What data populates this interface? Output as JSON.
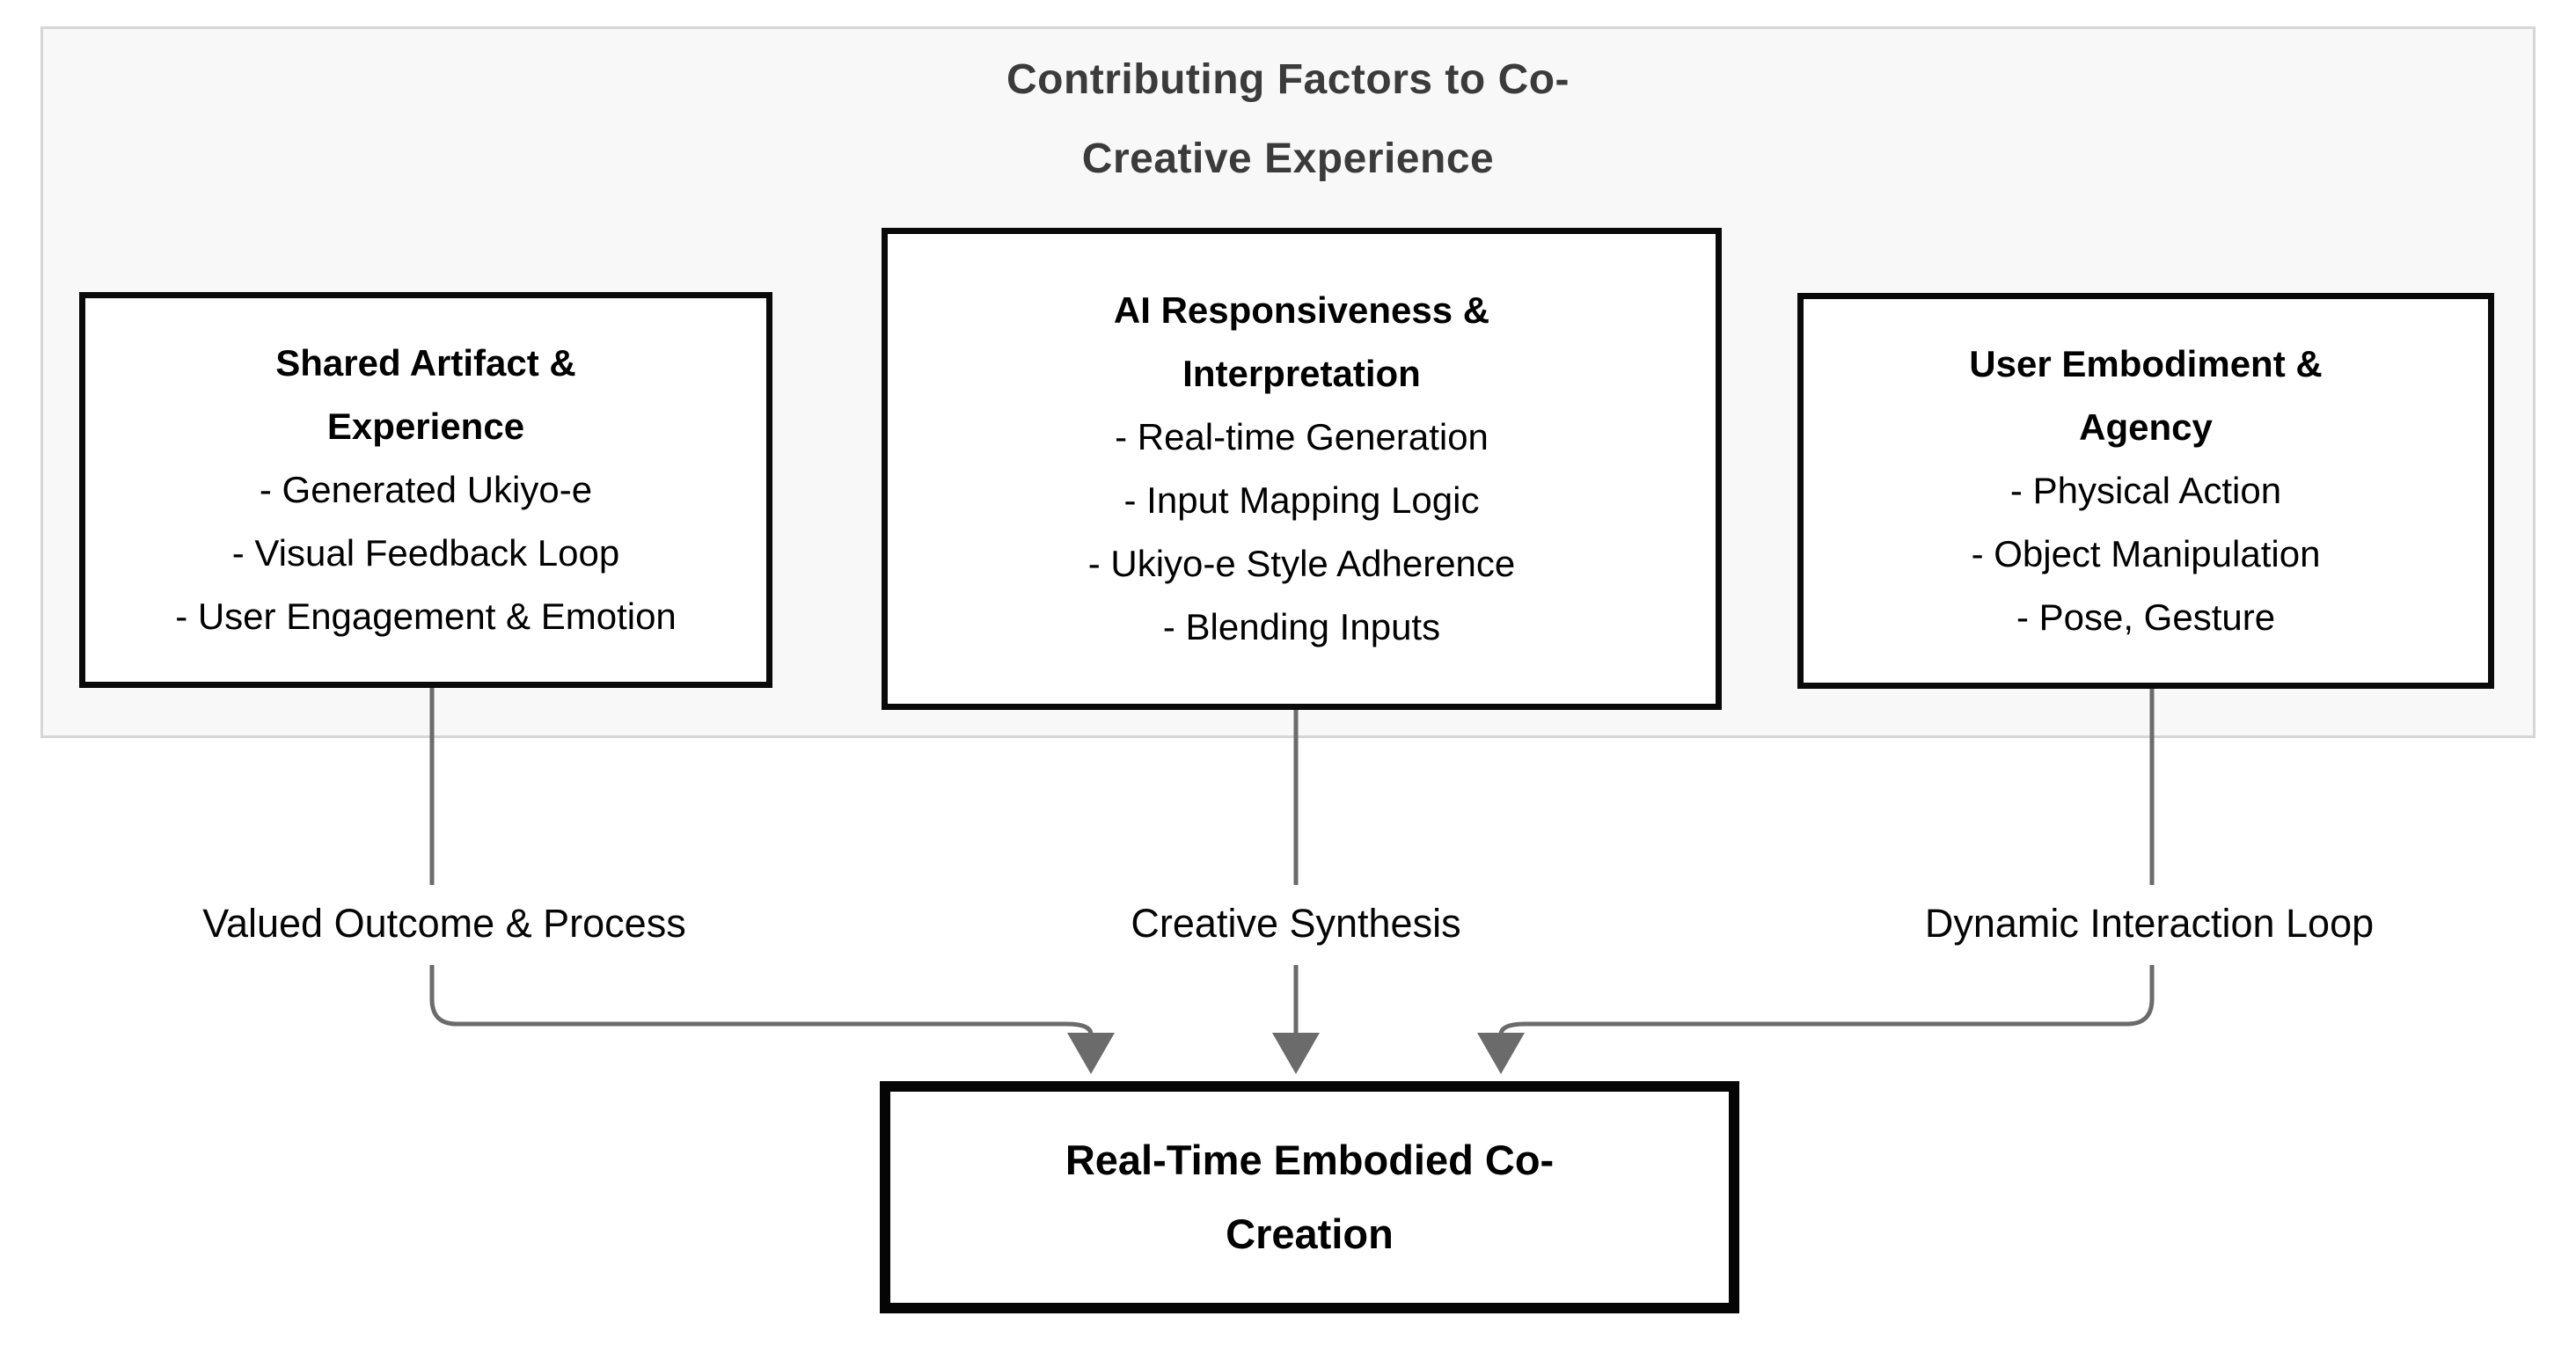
{
  "panel": {
    "title_line1": "Contributing Factors to Co-",
    "title_line2": "Creative Experience"
  },
  "factors": [
    {
      "title_line1": "Shared Artifact &",
      "title_line2": "Experience",
      "items": [
        "- Generated Ukiyo-e",
        "- Visual Feedback Loop",
        "- User Engagement & Emotion"
      ]
    },
    {
      "title_line1": "AI Responsiveness &",
      "title_line2": "Interpretation",
      "items": [
        "- Real-time Generation",
        "- Input Mapping Logic",
        "- Ukiyo-e Style Adherence",
        "- Blending Inputs"
      ]
    },
    {
      "title_line1": "User Embodiment &",
      "title_line2": "Agency",
      "items": [
        "- Physical Action",
        "- Object Manipulation",
        "- Pose, Gesture"
      ]
    }
  ],
  "edge_labels": [
    "Valued Outcome & Process",
    "Creative Synthesis",
    "Dynamic Interaction Loop"
  ],
  "result": {
    "line1": "Real-Time Embodied Co-",
    "line2": "Creation"
  },
  "colors": {
    "connector": "#6b6b6b",
    "factor_box_border": "#0a0a0a",
    "result_box_border": "#050505",
    "panel_background": "#f8f8f8",
    "panel_border": "#d6d6d6",
    "panel_title_text": "#3b3b3b",
    "body_text": "#000000",
    "page_background": "#ffffff"
  }
}
